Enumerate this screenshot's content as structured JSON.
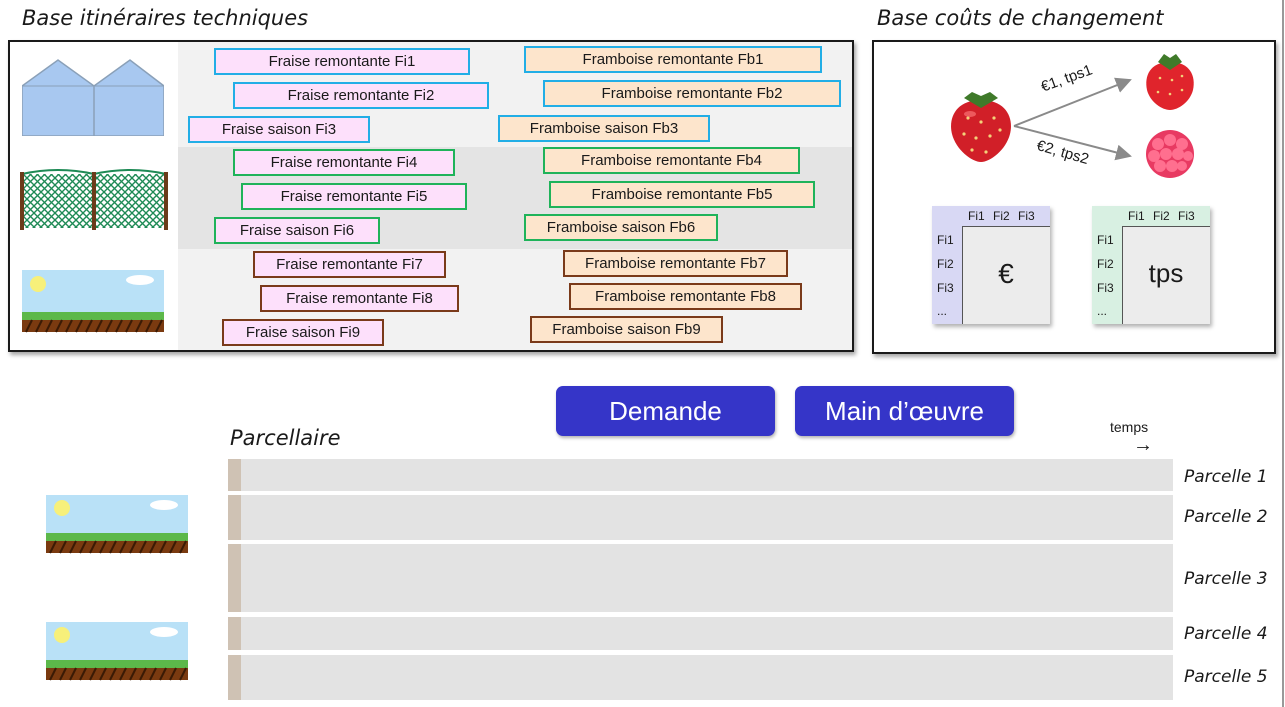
{
  "titles": {
    "itineraires": "Base itinéraires techniques",
    "couts": "Base coûts de changement",
    "parcellaire": "Parcellaire"
  },
  "itineraires": {
    "band1": [
      {
        "label": "Fraise remontante Fi1"
      },
      {
        "label": "Fraise remontante Fi2"
      },
      {
        "label": "Fraise saison Fi3"
      },
      {
        "label": "Framboise remontante Fb1"
      },
      {
        "label": "Framboise remontante Fb2"
      },
      {
        "label": "Framboise saison Fb3"
      }
    ],
    "band2": [
      {
        "label": "Fraise remontante Fi4"
      },
      {
        "label": "Fraise remontante Fi5"
      },
      {
        "label": "Fraise saison Fi6"
      },
      {
        "label": "Framboise remontante Fb4"
      },
      {
        "label": "Framboise remontante Fb5"
      },
      {
        "label": "Framboise saison Fb6"
      }
    ],
    "band3": [
      {
        "label": "Fraise remontante Fi7"
      },
      {
        "label": "Fraise remontante Fi8"
      },
      {
        "label": "Fraise saison Fi9"
      },
      {
        "label": "Framboise remontante Fb7"
      },
      {
        "label": "Framboise remontante Fb8"
      },
      {
        "label": "Framboise saison Fb9"
      }
    ]
  },
  "couts": {
    "arrow1_label": "€1, tps1",
    "arrow2_label": "€2, tps2",
    "matrix_headers": [
      "Fi1",
      "Fi2",
      "Fi3"
    ],
    "matrix_rows": [
      "Fi1",
      "Fi2",
      "Fi3",
      "..."
    ],
    "matrix_cost_symbol": "€",
    "matrix_time_symbol": "tps"
  },
  "buttons": {
    "demande": "Demande",
    "main_oeuvre": "Main d’œuvre"
  },
  "timeline": {
    "label": "temps",
    "arrow": "→"
  },
  "parcelles": [
    {
      "label": "Parcelle 1"
    },
    {
      "label": "Parcelle 2"
    },
    {
      "label": "Parcelle 3"
    },
    {
      "label": "Parcelle 4"
    },
    {
      "label": "Parcelle 5"
    }
  ],
  "colors": {
    "button": "#3535c8",
    "serre_border": "#22aee6",
    "filet_border": "#1fb35a",
    "plein_champ_border": "#7a3a1a",
    "fraise_fill": "#fde0fb",
    "framboise_fill": "#fde5cc",
    "cost_matrix_header": "#d8d8f4",
    "time_matrix_header": "#d8f0e2"
  },
  "icons": {
    "serre": "greenhouse-icon",
    "filet": "net-tunnel-icon",
    "plein_champ": "open-field-icon",
    "strawberry": "strawberry-icon",
    "raspberry": "raspberry-icon"
  }
}
